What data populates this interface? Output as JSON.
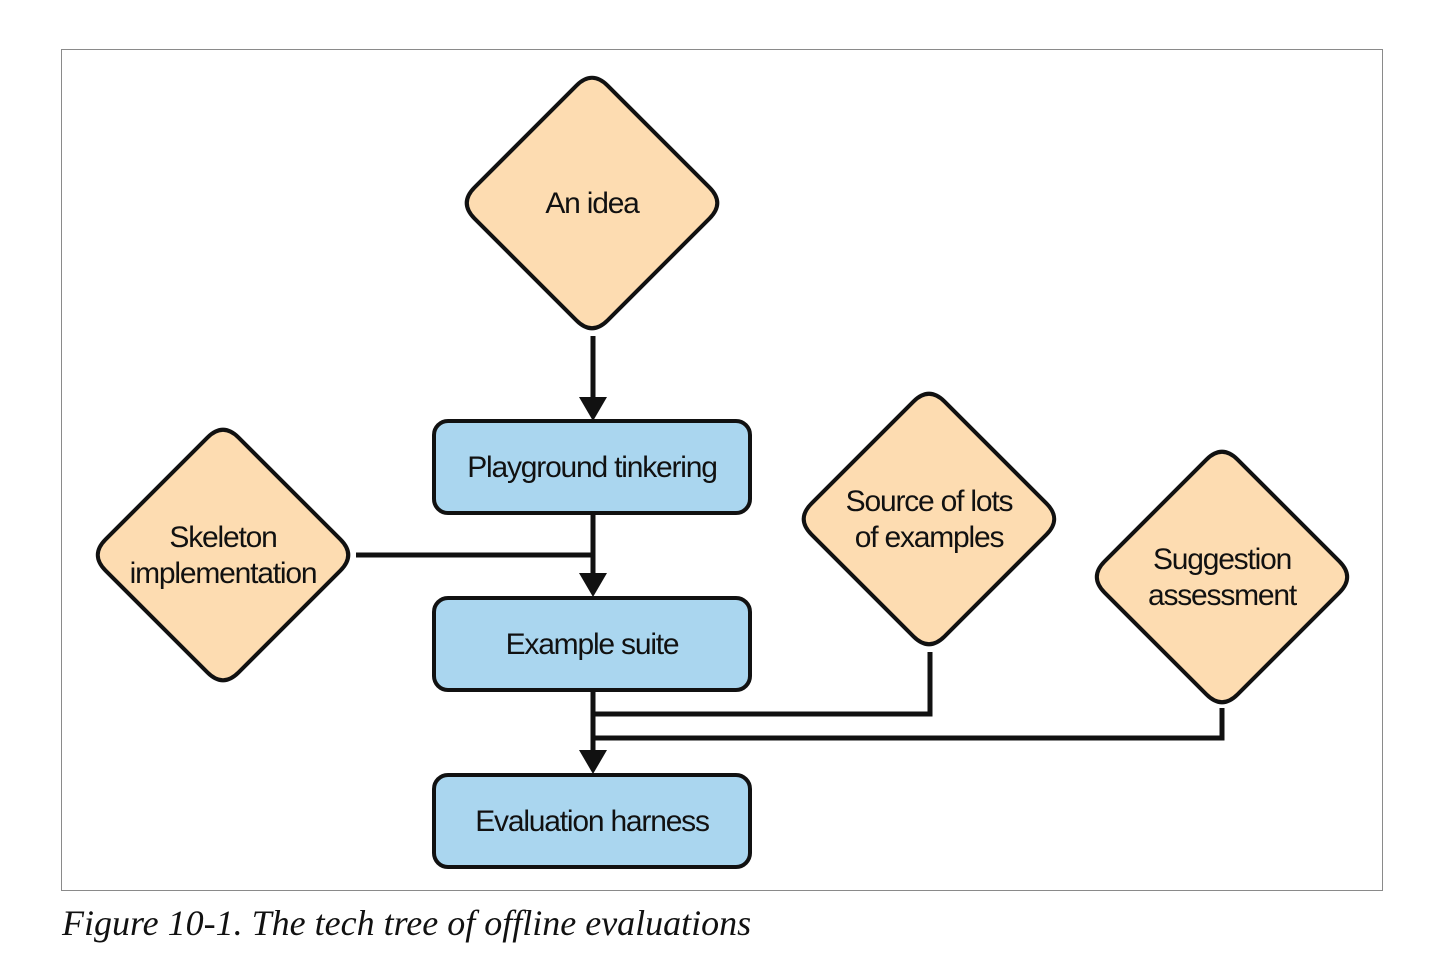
{
  "figure": {
    "caption": "Figure 10-1. The tech tree of offline evaluations",
    "colors": {
      "diamond_fill": "#fddcb1",
      "box_fill": "#aad6ef",
      "stroke": "#111111"
    },
    "nodes": [
      {
        "id": "an-idea",
        "shape": "diamond",
        "lines": [
          "An idea"
        ]
      },
      {
        "id": "playground-tinkering",
        "shape": "box",
        "lines": [
          "Playground tinkering"
        ]
      },
      {
        "id": "skeleton-implementation",
        "shape": "diamond",
        "lines": [
          "Skeleton",
          "implementation"
        ]
      },
      {
        "id": "example-suite",
        "shape": "box",
        "lines": [
          "Example suite"
        ]
      },
      {
        "id": "source-of-lots-of-examples",
        "shape": "diamond",
        "lines": [
          "Source of lots",
          "of examples"
        ]
      },
      {
        "id": "suggestion-assessment",
        "shape": "diamond",
        "lines": [
          "Suggestion",
          "assessment"
        ]
      },
      {
        "id": "evaluation-harness",
        "shape": "box",
        "lines": [
          "Evaluation harness"
        ]
      }
    ],
    "edges": [
      {
        "from": "an-idea",
        "to": "playground-tinkering"
      },
      {
        "from": "playground-tinkering",
        "to": "example-suite"
      },
      {
        "from": "skeleton-implementation",
        "to": "example-suite"
      },
      {
        "from": "example-suite",
        "to": "evaluation-harness"
      },
      {
        "from": "source-of-lots-of-examples",
        "to": "evaluation-harness"
      },
      {
        "from": "suggestion-assessment",
        "to": "evaluation-harness"
      }
    ]
  }
}
